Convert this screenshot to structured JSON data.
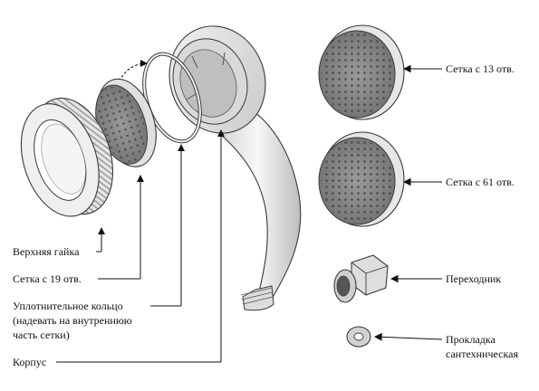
{
  "labels": {
    "top_nut": "Верхняя гайка",
    "mesh_19": "Сетка с 19 отв.",
    "seal_ring_1": "Уплотнительное кольцо",
    "seal_ring_2": "(надевать на внутреннюю",
    "seal_ring_3": "часть сетки)",
    "body": "Корпус",
    "mesh_13": "Сетка с 13 отв.",
    "mesh_61": "Сетка с 61 отв.",
    "adapter": "Переходник",
    "gasket_1": "Прокладка",
    "gasket_2": "сантехническая"
  },
  "colors": {
    "outline": "#3a3a3a",
    "part_light": "#eeeeee",
    "part_mid": "#cfcfcf",
    "mesh": "#8a8a8a",
    "mesh_holes": "#444444",
    "arrow": "#111111"
  }
}
